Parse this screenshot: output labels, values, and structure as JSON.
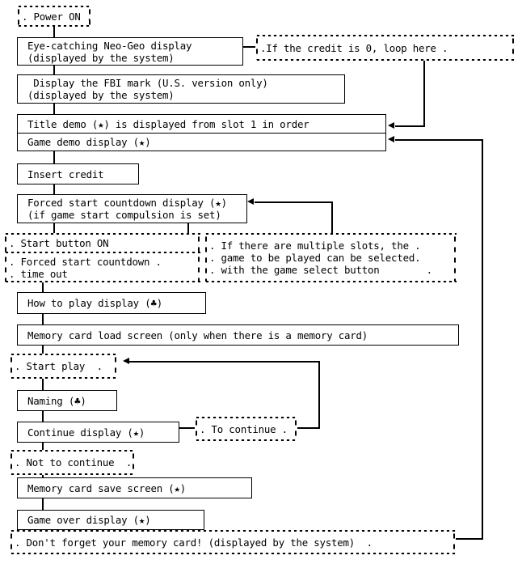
{
  "diagram": {
    "title": "Neo-Geo game flow chart",
    "line_color": "#000000",
    "background_color": "#ffffff"
  },
  "nodes": {
    "power_on": {
      "type": "dotted",
      "lines": [
        ". Power ON ."
      ]
    },
    "eye_catching": {
      "type": "solid",
      "lines": [
        "Eye-catching Neo-Geo display",
        "(displayed by the system)"
      ]
    },
    "fbi_mark": {
      "type": "solid",
      "lines": [
        " Display the FBI mark (U.S. version only)",
        "(displayed by the system)"
      ]
    },
    "title_demo": {
      "type": "solid",
      "lines": [
        "Title demo (★) is displayed from slot 1 in order"
      ]
    },
    "game_demo": {
      "type": "solid",
      "lines": [
        "Game demo display (★)"
      ]
    },
    "insert_credit": {
      "type": "solid",
      "lines": [
        "Insert credit"
      ]
    },
    "forced_start": {
      "type": "solid",
      "lines": [
        "Forced start countdown display (★)",
        "(if game start compulsion is set)"
      ]
    },
    "start_button_on": {
      "type": "dotted",
      "lines": [
        ". Start button ON"
      ]
    },
    "countdown_timeout": {
      "type": "dotted",
      "lines": [
        ". Forced start countdown .",
        ". time out"
      ]
    },
    "multiple_slots": {
      "type": "dotted",
      "lines": [
        ". If there are multiple slots, the .",
        ". game to be played can be selected.",
        ". with the game select button        ."
      ]
    },
    "how_to_play": {
      "type": "solid",
      "lines": [
        "How to play display (♣)"
      ]
    },
    "memory_card_load": {
      "type": "solid",
      "lines": [
        "Memory card load screen (only when there is a memory card)"
      ]
    },
    "start_play": {
      "type": "dotted",
      "lines": [
        ". Start play  ."
      ]
    },
    "naming": {
      "type": "solid",
      "lines": [
        "Naming (♣)"
      ]
    },
    "continue_display": {
      "type": "solid",
      "lines": [
        "Continue display (★)"
      ]
    },
    "to_continue": {
      "type": "dotted",
      "lines": [
        ". To continue ."
      ]
    },
    "not_to_continue": {
      "type": "dotted",
      "lines": [
        ". Not to continue  ."
      ]
    },
    "memory_card_save": {
      "type": "solid",
      "lines": [
        "Memory card save screen (★)"
      ]
    },
    "game_over": {
      "type": "solid",
      "lines": [
        "Game over display (★)"
      ]
    },
    "dont_forget": {
      "type": "dotted",
      "lines": [
        ". Don't forget your memory card! (displayed by the system)  ."
      ]
    },
    "credit_zero_loop": {
      "type": "dotted",
      "lines": [
        ".If the credit is 0, loop here ."
      ]
    }
  }
}
